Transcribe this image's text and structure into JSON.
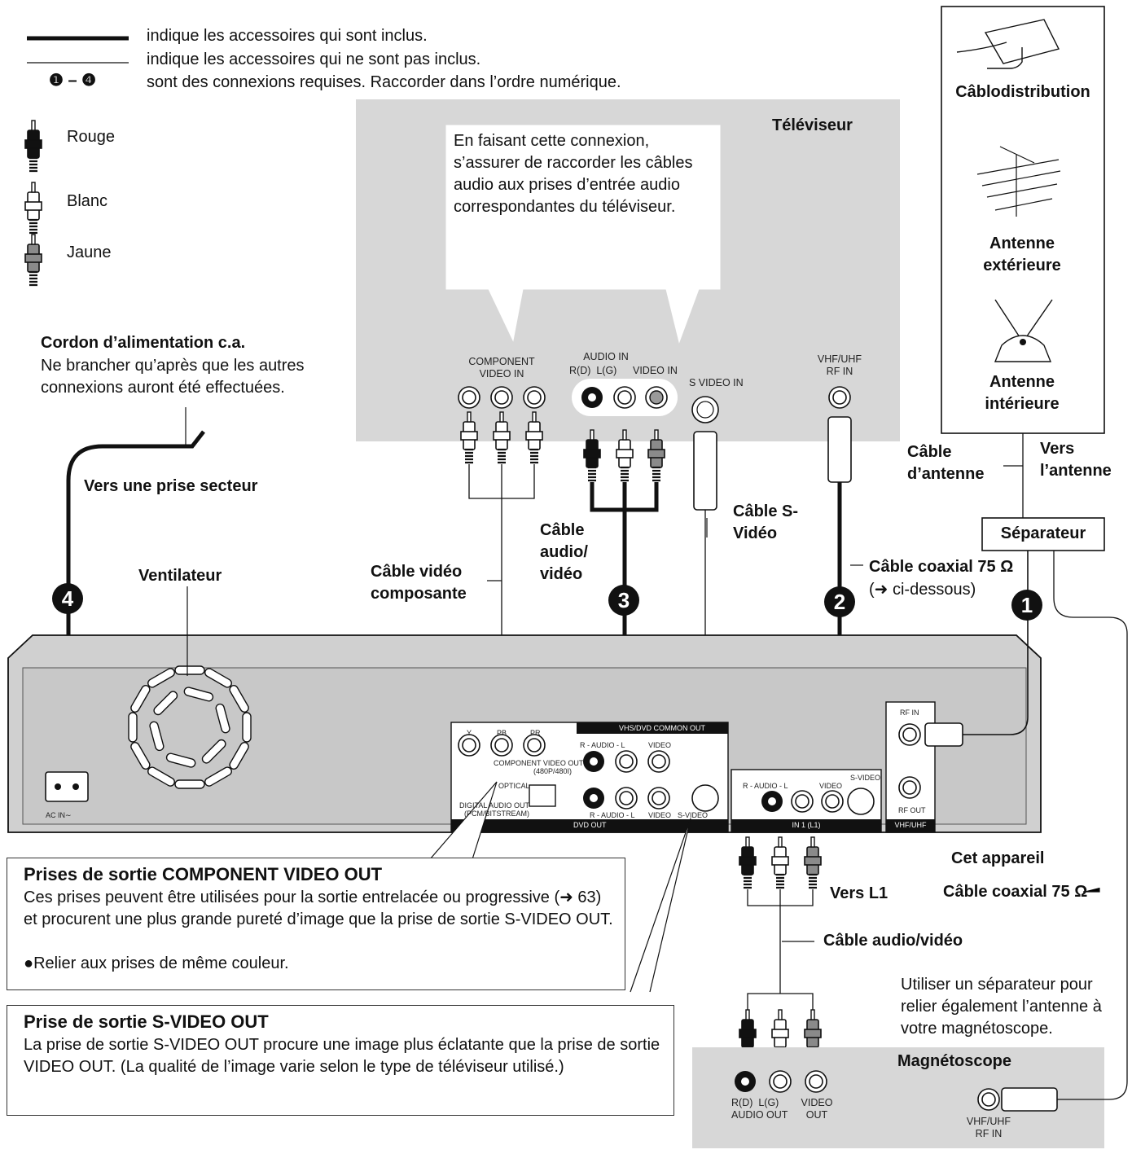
{
  "legend": {
    "included": "indique les accessoires qui sont inclus.",
    "not_included": "indique les accessoires qui ne sont pas inclus.",
    "steps_symbol": "❶ – ❹",
    "steps_text": "sont des connexions requises. Raccorder dans l’ordre numérique.",
    "plugs": [
      {
        "label": "Rouge",
        "color": "#111111"
      },
      {
        "label": "Blanc",
        "color": "#ffffff"
      },
      {
        "label": "Jaune",
        "color": "#8a8a8a"
      }
    ]
  },
  "power": {
    "title": "Cordon d’alimentation c.a.",
    "note": "Ne brancher qu’après que les autres connexions auront été effectuées.",
    "to_outlet": "Vers une prise secteur",
    "ac_in": "AC IN∼"
  },
  "tv": {
    "title": "Téléviseur",
    "callout": "En faisant cette connexion, s’assurer de raccorder les câbles audio aux prises d’entrée audio correspondantes du téléviseur.",
    "component_in": "COMPONENT VIDEO IN",
    "audio_in": "AUDIO IN",
    "audio_in_lr": "R(D)  L(G)",
    "video_in": "VIDEO IN",
    "s_video_in": "S VIDEO IN",
    "rf_in": "VHF/UHF RF IN"
  },
  "antenna": {
    "cable": "Câblodistribution",
    "outdoor": "Antenne extérieure",
    "indoor": "Antenne intérieure",
    "antenna_cable": "Câble d’antenne",
    "to_antenna": "Vers l’antenne",
    "splitter": "Séparateur"
  },
  "cables": {
    "component": "Câble vidéo composante",
    "audio_video": "Câble audio/ vidéo",
    "s_video": "Câble S-Vidéo",
    "coax": "Câble coaxial 75 Ω",
    "coax_ref": "(➜ ci-dessous)",
    "fan": "Ventilateur",
    "step1": "1",
    "step2": "2",
    "step3": "3",
    "step4": "4"
  },
  "unit": {
    "name": "Cet appareil",
    "coax": "Câble coaxial 75 Ω",
    "to_l1": "Vers L1",
    "av_cable": "Câble audio/vidéo",
    "y": "Y",
    "pb": "PB",
    "pr": "PR",
    "component_out": "COMPONENT VIDEO OUT",
    "component_out_fmt": "(480P/480I)",
    "optical": "OPTICAL",
    "digital_out": "DIGITAL AUDIO OUT",
    "digital_fmt": "(PCM/BITSTREAM)",
    "dvd_out": "DVD OUT",
    "vhs_out": "VHS/DVD COMMON OUT",
    "audio_rl": "R - AUDIO - L",
    "video": "VIDEO",
    "s_video": "S-VIDEO",
    "in1": "IN 1 (L1)",
    "rf_in": "RF IN",
    "rf_out": "RF OUT",
    "vhf_uhf": "VHF/UHF"
  },
  "component_box": {
    "title": "Prises de sortie COMPONENT VIDEO OUT",
    "body": "Ces prises peuvent être utilisées pour la sortie entrelacée ou progressive (➜ 63) et procurent une plus grande pureté d’image que la prise de sortie S-VIDEO OUT.",
    "bullet": "●Relier aux prises de même couleur."
  },
  "svideo_box": {
    "title": "Prise de sortie S-VIDEO OUT",
    "body": "La prise de sortie S-VIDEO OUT procure une image plus éclatante que la prise de sortie VIDEO OUT. (La qualité de l’image varie selon le type de téléviseur utilisé.)"
  },
  "vcr": {
    "title": "Magnétoscope",
    "splitter_note": "Utiliser un séparateur pour relier également l’antenne à votre magnétoscope.",
    "audio_out": "R(D)  L(G) AUDIO OUT",
    "video_out": "VIDEO OUT",
    "rf_in": "VHF/UHF RF IN"
  }
}
